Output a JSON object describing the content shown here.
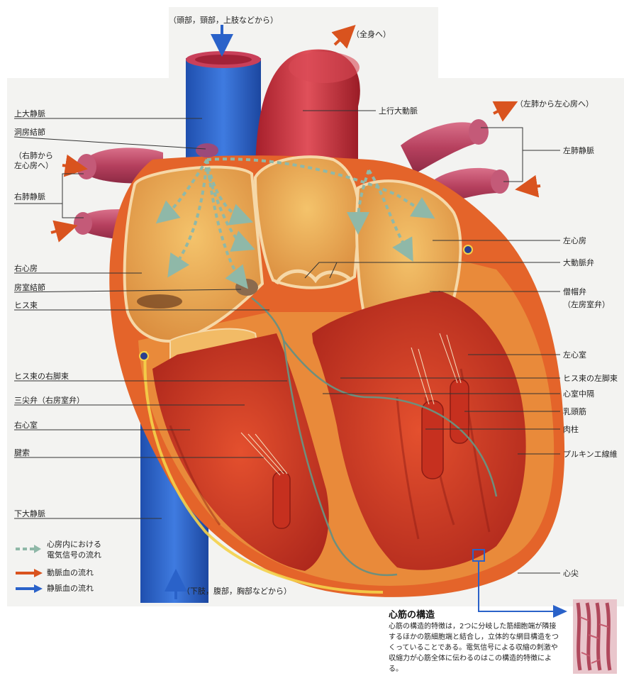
{
  "flows": {
    "top_in": "（頭部，頸部，上肢などから）",
    "bottom_in": "（下肢，腹部，胸部などから）",
    "to_body": "（全身へ）",
    "lung_to_la": "（左肺から左心房へ）",
    "lung_to_la_right": "（右肺から\n左心房へ）"
  },
  "labels_left": [
    "上大静脈",
    "洞房結節",
    "右肺静脈",
    "右心房",
    "房室結節",
    "ヒス束",
    "ヒス束の右脚束",
    "三尖弁（右房室弁）",
    "右心室",
    "腱索",
    "下大静脈"
  ],
  "labels_right": [
    "上行大動脈",
    "左肺静脈",
    "左心房",
    "大動脈弁",
    "僧帽弁",
    "（左房室弁）",
    "左心室",
    "ヒス束の左脚束",
    "心室中隔",
    "乳頭筋",
    "肉柱",
    "プルキンエ線維",
    "心尖"
  ],
  "legend": {
    "signal": "心房内における\n電気信号の流れ",
    "arterial": "動脈血の流れ",
    "venous": "静脈血の流れ",
    "colors": {
      "signal": "#8fb8a8",
      "arterial": "#d9531e",
      "venous": "#2a62c9"
    }
  },
  "note": {
    "title": "心筋の構造",
    "body": "心筋の構造的特徴は，2つに分岐した筋細胞端が隣接するほかの筋細胞端と結合し，立体的な網目構造をつくっていることである。電気信号による収縮の刺激や収縮力が心筋全体に伝わるのはこの構造的特徴による。"
  }
}
